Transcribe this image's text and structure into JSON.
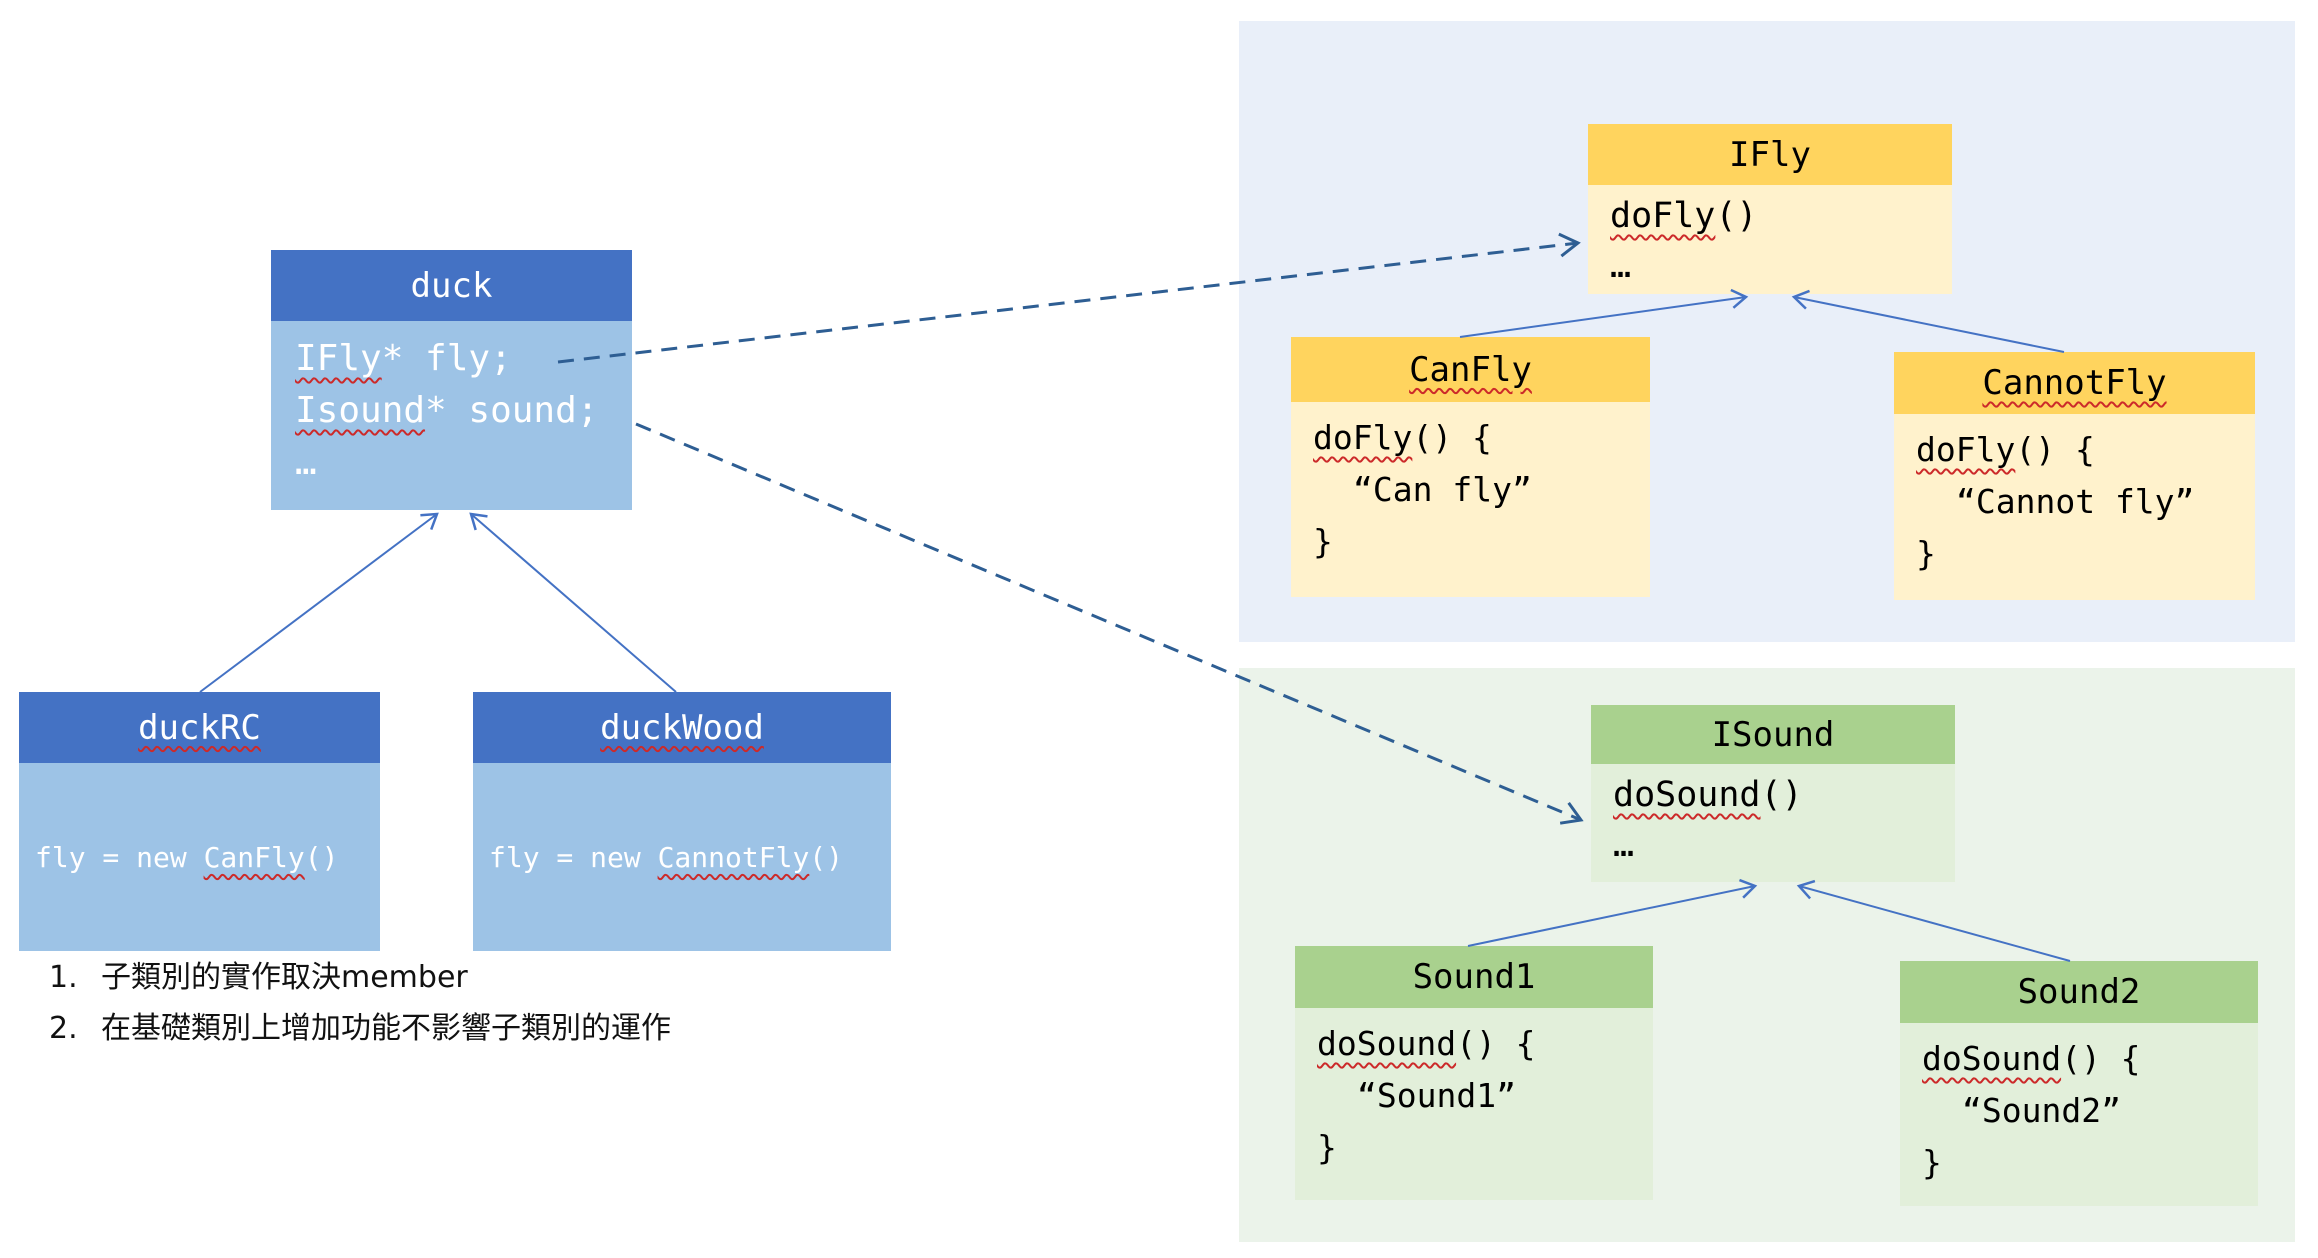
{
  "classes": {
    "duck": {
      "title": "duck",
      "m1a": "IFly",
      "m1b": "* fly;",
      "m2a": "Isound",
      "m2b": "* sound;",
      "dots": "…"
    },
    "duckrc": {
      "title": "duckRC",
      "pre": "fly = new ",
      "cls": "CanFly",
      "post": "()"
    },
    "duckwood": {
      "title": "duckWood",
      "pre": "fly = new ",
      "cls": "CannotFly",
      "post": "()"
    },
    "ifly": {
      "title": "IFly",
      "m1a": "doFly",
      "m1b": "()",
      "dots": "…"
    },
    "canfly": {
      "title": "CanFly",
      "l1a": "doFly",
      "l1b": "() {",
      "l2": "“Can fly”",
      "l3": "}"
    },
    "cannotfly": {
      "title": "CannotFly",
      "l1a": "doFly",
      "l1b": "() {",
      "l2": "“Cannot fly”",
      "l3": "}"
    },
    "isound": {
      "title": "ISound",
      "m1a": "doSound",
      "m1b": "()",
      "dots": "…"
    },
    "sound1": {
      "title": "Sound1",
      "l1a": "doSound",
      "l1b": "() {",
      "l2": "“Sound1”",
      "l3": "}"
    },
    "sound2": {
      "title": "Sound2",
      "l1a": "doSound",
      "l1b": "() {",
      "l2": "“Sound2”",
      "l3": "}"
    }
  },
  "notes": {
    "n1": "1.",
    "t1": "子類別的實作取決member",
    "n2": "2.",
    "t2": "在基礎類別上增加功能不影響子類別的運作"
  },
  "colors": {
    "blue_header": "#4472c4",
    "blue_body": "#9dc3e6",
    "yellow_header": "#ffd45e",
    "yellow_body": "#fff2cc",
    "green_header": "#a9d18e",
    "green_body": "#e2efda",
    "panel_fly": "#e9eff9",
    "panel_sound": "#ebf3ea",
    "inherit_arrow": "#4472c4",
    "assoc_arrow": "#2e5e93"
  }
}
